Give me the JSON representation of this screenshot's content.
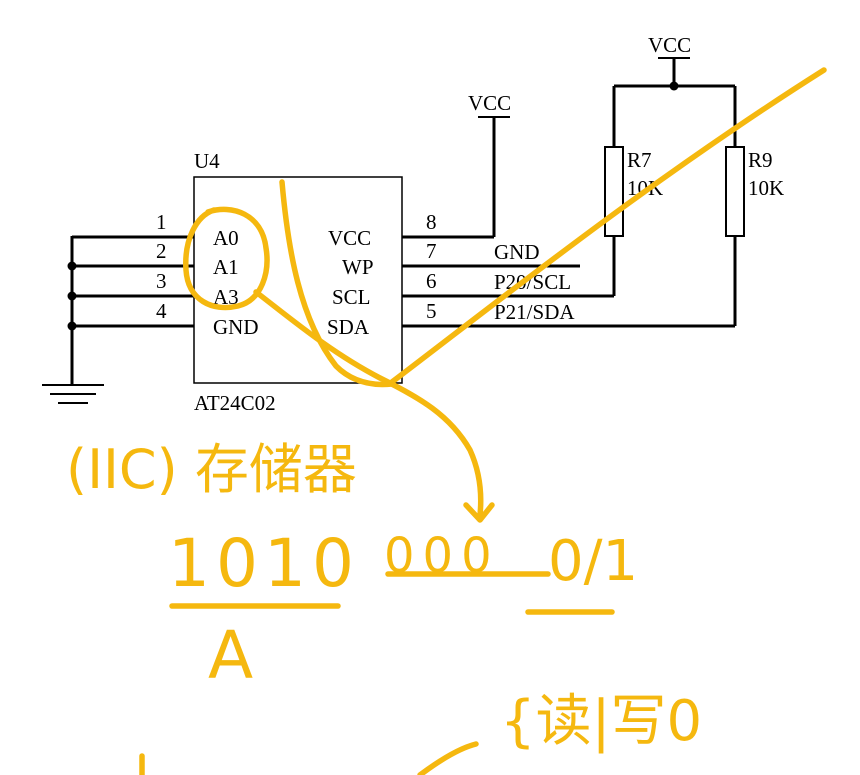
{
  "chip": {
    "ref": "U4",
    "part": "AT24C02",
    "left_pins": [
      {
        "num": "1",
        "name": "A0"
      },
      {
        "num": "2",
        "name": "A1"
      },
      {
        "num": "3",
        "name": "A3"
      },
      {
        "num": "4",
        "name": "GND"
      }
    ],
    "right_pins": [
      {
        "num": "8",
        "name": "VCC"
      },
      {
        "num": "7",
        "name": "WP"
      },
      {
        "num": "6",
        "name": "SCL"
      },
      {
        "num": "5",
        "name": "SDA"
      }
    ]
  },
  "nets": {
    "vcc_chip": "VCC",
    "vcc_pullup": "VCC",
    "pin7": "GND",
    "pin6": "P20/SCL",
    "pin5": "P21/SDA"
  },
  "resistors": [
    {
      "ref": "R7",
      "value": "10K"
    },
    {
      "ref": "R9",
      "value": "10K"
    }
  ],
  "annotations": {
    "title": "(IIC) 存储器",
    "bits_high": "1010",
    "bits_low": "000",
    "rw_bit": "0/1",
    "under_high": "A",
    "rw_note": "{读|写0"
  },
  "colors": {
    "ink": "#f5b80f",
    "line": "#000000"
  }
}
